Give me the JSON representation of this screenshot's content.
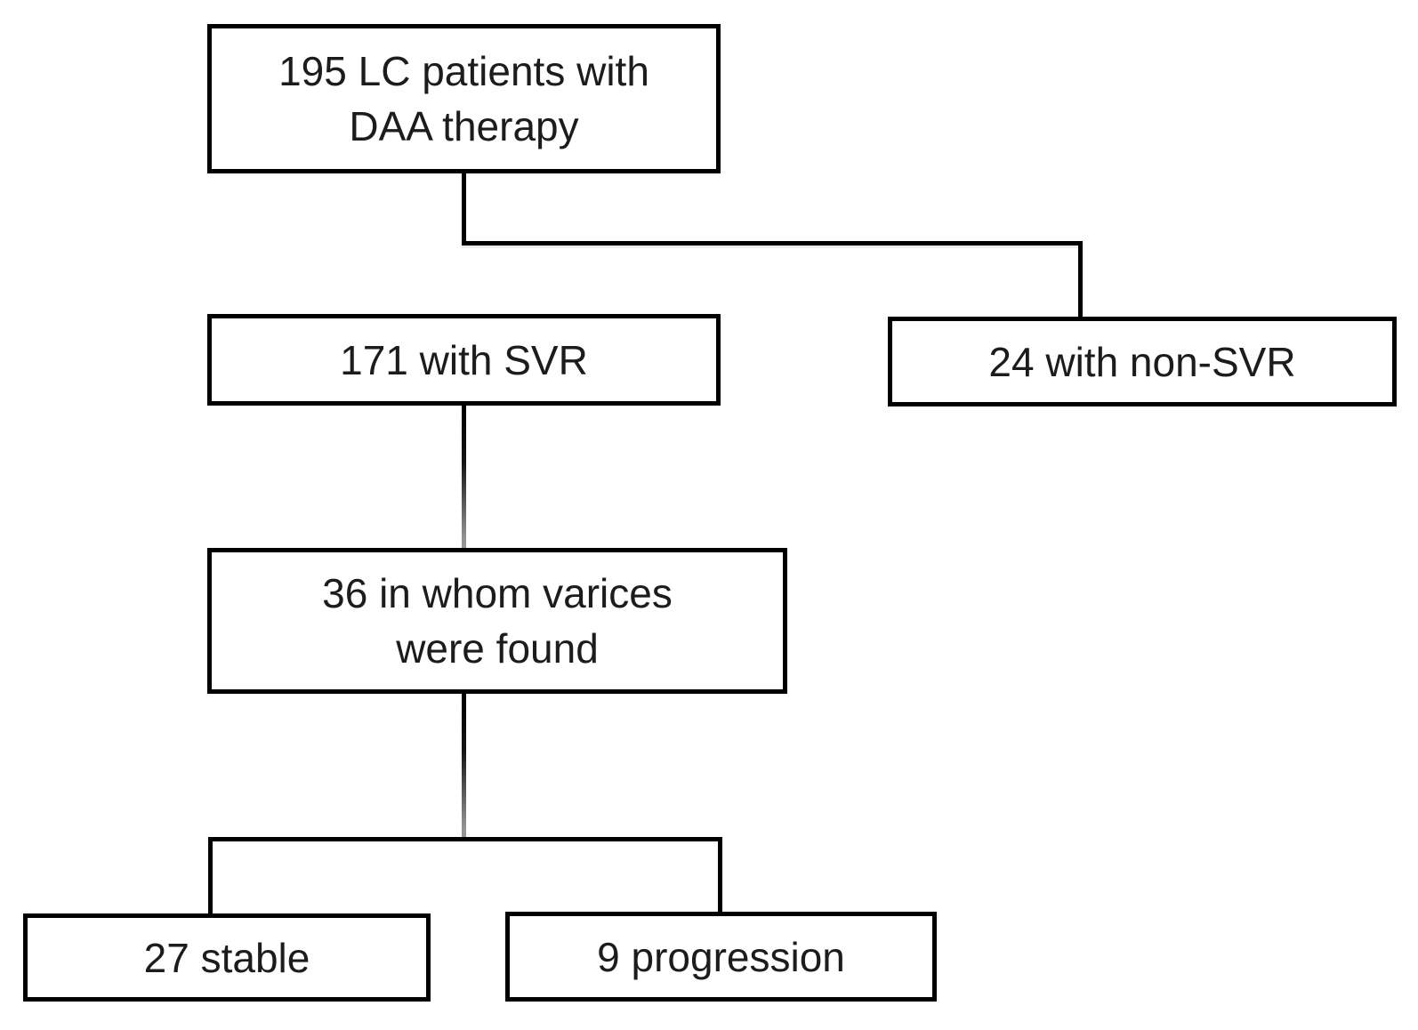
{
  "diagram": {
    "type": "flowchart",
    "background_color": "#ffffff",
    "box_border_color": "#000000",
    "box_fill_color": "#ffffff",
    "text_color": "#1c1c1c",
    "connector_color": "#000000",
    "connector_fade_color": "#9b9b9b",
    "nodes": {
      "root": {
        "lines": [
          "195 LC patients with",
          "DAA therapy"
        ],
        "label": "195 LC patients with DAA therapy"
      },
      "svr": {
        "lines": [
          "171 with SVR"
        ],
        "label": "171 with SVR"
      },
      "nonsvr": {
        "lines": [
          "24 with non-SVR"
        ],
        "label": "24 with non-SVR"
      },
      "varices": {
        "lines": [
          "36 in whom varices",
          "were found"
        ],
        "label": "36 in whom varices were found"
      },
      "stable": {
        "lines": [
          "27 stable"
        ],
        "label": "27 stable"
      },
      "progression": {
        "lines": [
          "9 progression"
        ],
        "label": "9 progression"
      }
    },
    "edges": [
      {
        "from": "root",
        "to": "svr"
      },
      {
        "from": "root",
        "to": "nonsvr"
      },
      {
        "from": "svr",
        "to": "varices"
      },
      {
        "from": "varices",
        "to": "stable"
      },
      {
        "from": "varices",
        "to": "progression"
      }
    ]
  }
}
